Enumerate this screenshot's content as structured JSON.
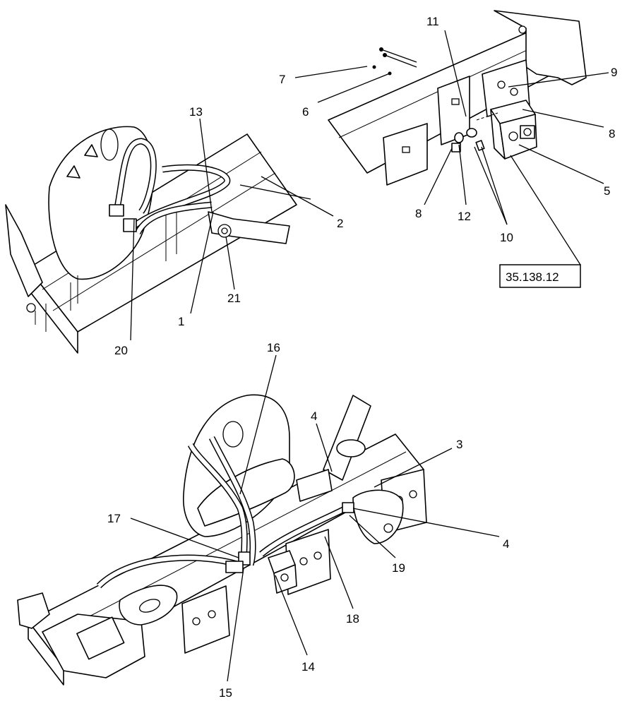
{
  "diagram": {
    "callouts": {
      "c1": "1",
      "c2": "2",
      "c3": "3",
      "c4a": "4",
      "c4b": "4",
      "c5": "5",
      "c6": "6",
      "c7": "7",
      "c8a": "8",
      "c8b": "8",
      "c9": "9",
      "c10": "10",
      "c11": "11",
      "c12": "12",
      "c13": "13",
      "c14": "14",
      "c15": "15",
      "c16": "16",
      "c17": "17",
      "c18": "18",
      "c19": "19",
      "c20": "20",
      "c21": "21"
    },
    "reference_box": "35.138.12"
  }
}
